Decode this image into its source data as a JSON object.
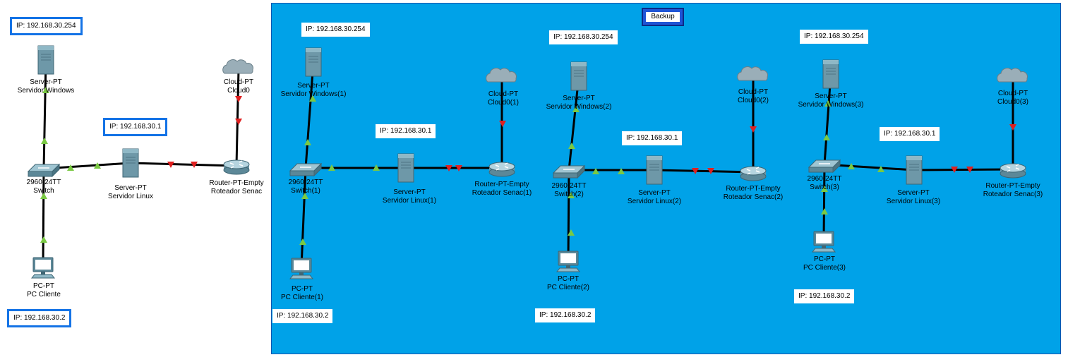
{
  "cluster_title": "Backup",
  "topologies": [
    {
      "server_windows": {
        "model": "Server-PT",
        "name": "Servidor  Windows"
      },
      "switch": {
        "model": "2960-24TT",
        "name": "Switch"
      },
      "server_linux": {
        "model": "Server-PT",
        "name": "Servidor Linux"
      },
      "router": {
        "model": "Router-PT-Empty",
        "name": "Roteador Senac"
      },
      "cloud": {
        "model": "Cloud-PT",
        "name": "Cloud0"
      },
      "pc": {
        "model": "PC-PT",
        "name": "PC Cliente"
      },
      "ip_server_windows": "IP: 192.168.30.254",
      "ip_server_linux": "IP: 192.168.30.1",
      "ip_pc": "IP: 192.168.30.2"
    },
    {
      "server_windows": {
        "model": "Server-PT",
        "name": "Servidor  Windows(1)"
      },
      "switch": {
        "model": "2960-24TT",
        "name": "Switch(1)"
      },
      "server_linux": {
        "model": "Server-PT",
        "name": "Servidor Linux(1)"
      },
      "router": {
        "model": "Router-PT-Empty",
        "name": "Roteador Senac(1)"
      },
      "cloud": {
        "model": "Cloud-PT",
        "name": "Cloud0(1)"
      },
      "pc": {
        "model": "PC-PT",
        "name": "PC Cliente(1)"
      },
      "ip_server_windows": "IP: 192.168.30.254",
      "ip_server_linux": "IP: 192.168.30.1",
      "ip_pc": "IP: 192.168.30.2"
    },
    {
      "server_windows": {
        "model": "Server-PT",
        "name": "Servidor  Windows(2)"
      },
      "switch": {
        "model": "2960-24TT",
        "name": "Switch(2)"
      },
      "server_linux": {
        "model": "Server-PT",
        "name": "Servidor Linux(2)"
      },
      "router": {
        "model": "Router-PT-Empty",
        "name": "Roteador Senac(2)"
      },
      "cloud": {
        "model": "Cloud-PT",
        "name": "Cloud0(2)"
      },
      "pc": {
        "model": "PC-PT",
        "name": "PC Cliente(2)"
      },
      "ip_server_windows": "IP: 192.168.30.254",
      "ip_server_linux": "IP: 192.168.30.1",
      "ip_pc": "IP: 192.168.30.2"
    },
    {
      "server_windows": {
        "model": "Server-PT",
        "name": "Servidor  Windows(3)"
      },
      "switch": {
        "model": "2960-24TT",
        "name": "Switch(3)"
      },
      "server_linux": {
        "model": "Server-PT",
        "name": "Servidor Linux(3)"
      },
      "router": {
        "model": "Router-PT-Empty",
        "name": "Roteador Senac(3)"
      },
      "cloud": {
        "model": "Cloud-PT",
        "name": "Cloud0(3)"
      },
      "pc": {
        "model": "PC-PT",
        "name": "PC Cliente(3)"
      },
      "ip_server_windows": "IP: 192.168.30.254",
      "ip_server_linux": "IP: 192.168.30.1",
      "ip_pc": "IP: 192.168.30.2"
    }
  ],
  "colors": {
    "cluster": "#00a2e8",
    "link": "#000000",
    "link_up": "#7ac943",
    "link_down": "#e02020",
    "note_border": "#1473e6"
  },
  "icons": {
    "server": "server-tower-icon",
    "switch": "switch-icon",
    "router": "router-icon",
    "cloud": "cloud-icon",
    "pc": "pc-monitor-icon"
  }
}
